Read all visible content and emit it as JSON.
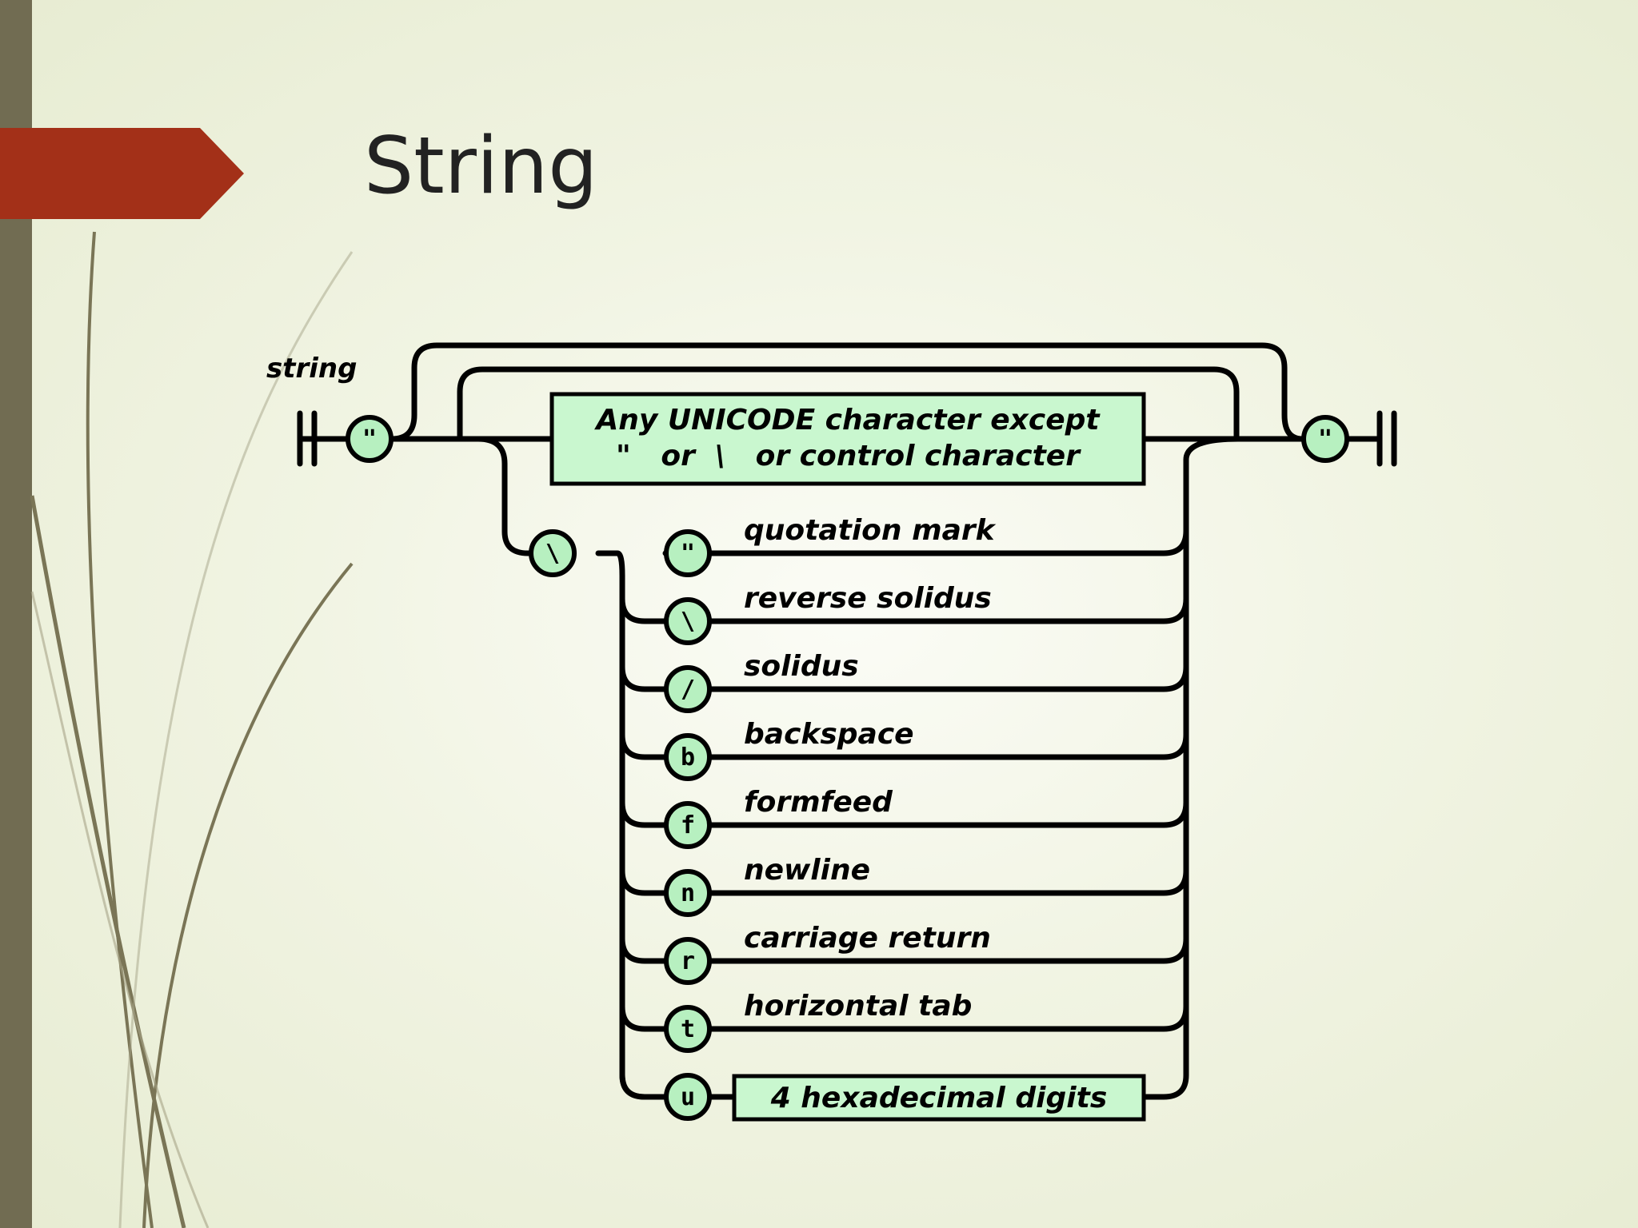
{
  "slide": {
    "title": "String"
  },
  "colors": {
    "accent_flag": "#a33018",
    "side_bar": "#716c52",
    "node_fill": "#b7f0c0",
    "box_fill": "#c9f7cf",
    "decor_stroke": "#7a7556"
  },
  "diagram": {
    "name_label": "string",
    "open_quote": "\"",
    "close_quote": "\"",
    "unicode_box": {
      "line1": "Any UNICODE character except",
      "line2": "\"   or  \\   or control character"
    },
    "escape_char": "\\",
    "escapes": [
      {
        "char": "\"",
        "label": "quotation mark"
      },
      {
        "char": "\\",
        "label": "reverse solidus"
      },
      {
        "char": "/",
        "label": "solidus"
      },
      {
        "char": "b",
        "label": "backspace"
      },
      {
        "char": "f",
        "label": "formfeed"
      },
      {
        "char": "n",
        "label": "newline"
      },
      {
        "char": "r",
        "label": "carriage return"
      },
      {
        "char": "t",
        "label": "horizontal tab"
      }
    ],
    "unicode_escape": {
      "char": "u",
      "box_label": "4 hexadecimal digits"
    }
  }
}
